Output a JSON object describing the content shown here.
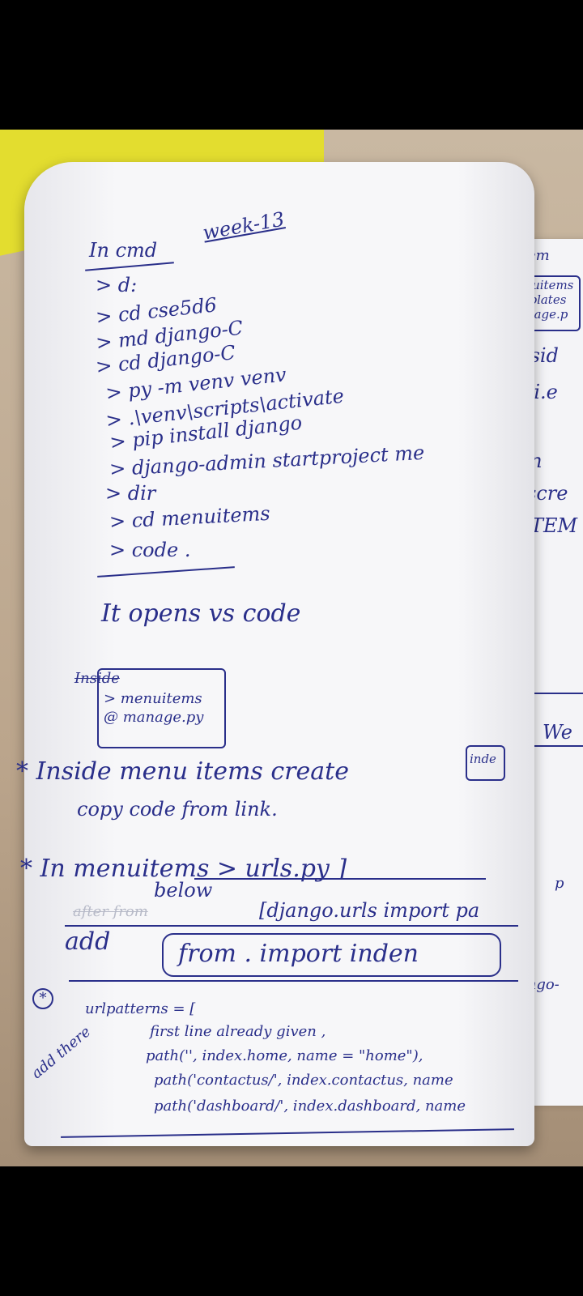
{
  "heading": {
    "left": "In cmd",
    "right": "week-13"
  },
  "commands": [
    "> d:",
    "> cd cse5d6",
    "> md django-C",
    "> cd django-C",
    "> py -m venv venv",
    "> .\\venv\\scripts\\activate",
    "> pip install django",
    "> django-admin startproject me",
    "> dir",
    "> cd menuitems",
    "> code ."
  ],
  "opens_note": "It opens vs code",
  "inside_box": {
    "title": "Inside",
    "items": [
      "> menuitems",
      "@ manage.py"
    ]
  },
  "note_inside": {
    "line1": "* Inside menu items create",
    "tag": "inde",
    "line2": "copy code from link."
  },
  "note_urls": {
    "line1": "* In menuitems > urls.py ]",
    "below": "below",
    "after_from": "after from",
    "import_line": "[django.urls import pa",
    "add_label": "add",
    "add_code": "from . import inden"
  },
  "urlpatterns": {
    "header": "urlpatterns = [",
    "first_line": "first line already given ,",
    "add_there": "add there",
    "paths": [
      "path('', index.home, name = \"home\"),",
      "path('contactus/', index.contactus, name",
      "path('dashboard/', index.dashboard, name"
    ]
  },
  "right_page": {
    "lines": [
      "create tem",
      "> menuitems",
      "> templates",
      "@ manage.p",
      "* Insid",
      "(i.e",
      "* In",
      "scre",
      "TEM",
      "We",
      "p",
      "ango-"
    ]
  },
  "colors": {
    "ink": "#2a2f8a",
    "paper": "#f7f7f9",
    "notebook": "#e3dd2f"
  }
}
